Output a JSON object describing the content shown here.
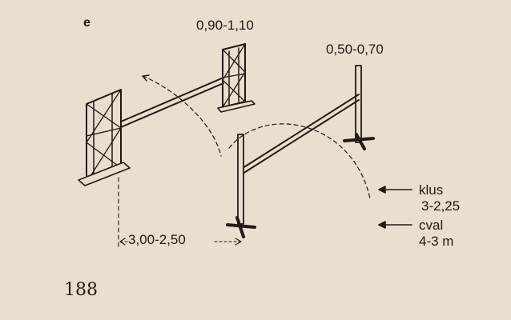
{
  "figure_letter": "e",
  "height_high_jump": "0,90-1,10",
  "height_low_jump": "0,50-0,70",
  "trot_label": "klus",
  "trot_distance": "3-2,25",
  "canter_label": "cval",
  "canter_distance": "4-3 m",
  "distance_between": "3,00-2,50",
  "page_number": "188",
  "colors": {
    "paper": "#eadfce",
    "ink": "#1f1a17"
  }
}
